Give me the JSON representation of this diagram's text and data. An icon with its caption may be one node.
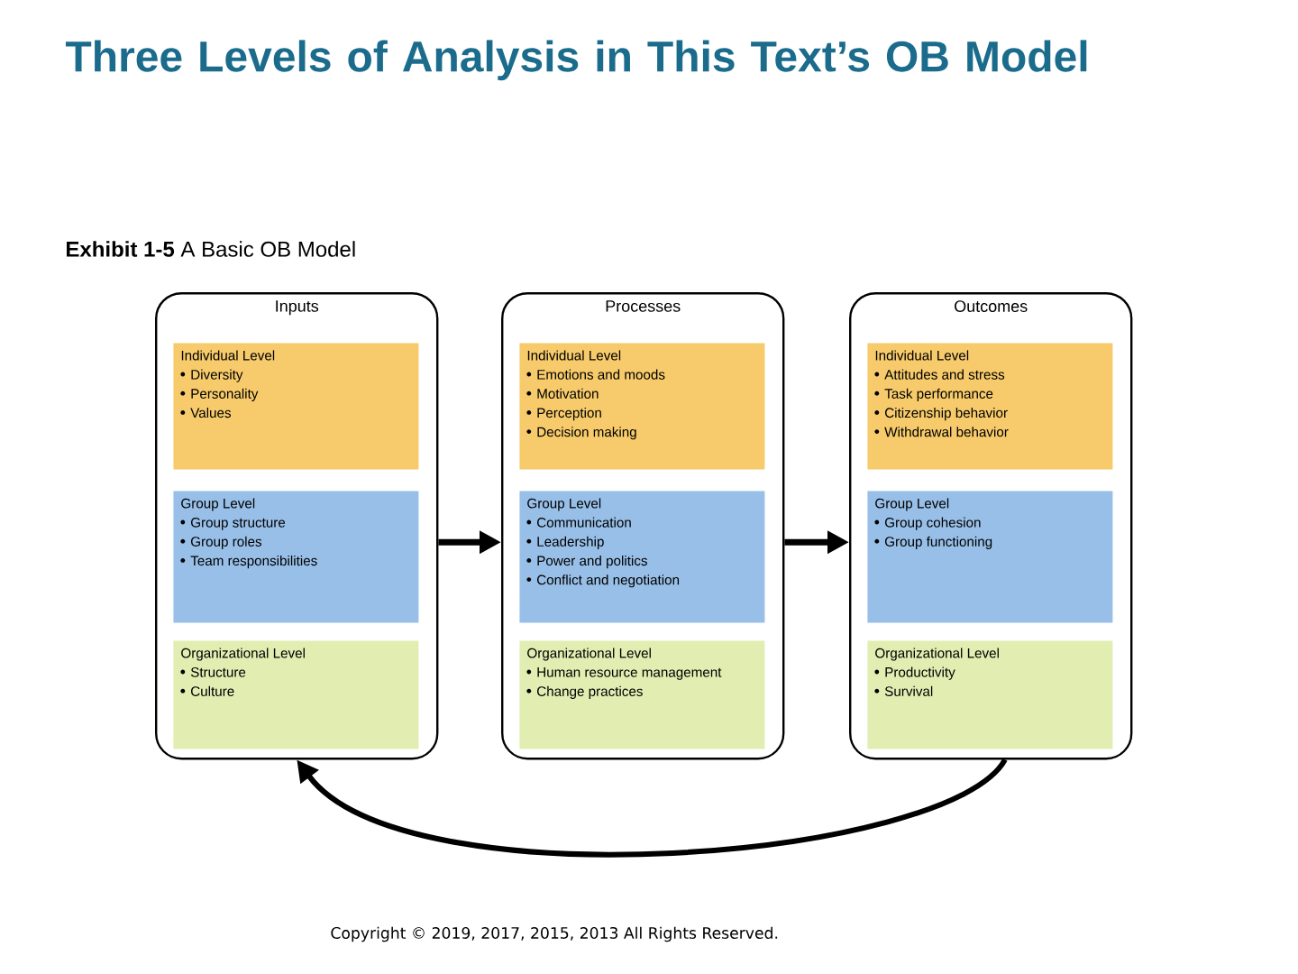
{
  "diagram": {
    "title": "Three Levels of Analysis in This Text’s OB Model",
    "nodes": [
      {
        "text": [
          "Inputs"
        ]
      },
      {
        "text": [
          "Individual Level",
          "Diversity",
          "Personality",
          "Values"
        ],
        "in": 0
      },
      {
        "text": [
          "Group Level",
          "Group structure",
          "Group roles",
          "Team responsibilities"
        ],
        "in": 0
      },
      {
        "text": [
          "Organizational Level",
          "Structure",
          "Culture"
        ],
        "in": 0
      },
      {
        "text": [
          "Processes"
        ]
      },
      {
        "text": [
          "Individual Level",
          "Emotions and moods",
          "Motivation",
          "Perception",
          "Decision making"
        ],
        "in": 4
      },
      {
        "text": [
          "Group Level",
          "Communication",
          "Leadership",
          "Power and politics",
          "Conflict and negotiation"
        ],
        "in": 4
      },
      {
        "text": [
          "Organizational Level",
          "Human resource management",
          "Change practices"
        ],
        "in": 4
      },
      {
        "text": [
          "Outcomes"
        ]
      },
      {
        "text": [
          "Individual Level",
          "Attitudes and stress",
          "Task performance",
          "Citizenship behavior",
          "Withdrawal behavior"
        ],
        "in": 8
      },
      {
        "text": [
          "Group Level",
          "Group cohesion",
          "Group functioning"
        ],
        "in": 8
      },
      {
        "text": [
          "Organizational Level",
          "Productivity",
          "Survival"
        ],
        "in": 8
      }
    ],
    "edges": [
      {
        "from": 0,
        "to": 4,
        "arrow": "to"
      },
      {
        "from": 4,
        "to": 8,
        "arrow": "to"
      },
      {
        "from": 8,
        "to": 0,
        "arrow": "to"
      }
    ],
    "labels": [
      "**Exhibit 1-5** A Basic OB Model",
      "Copyright © 2019, 2017, 2015, 2013 All Rights Reserved."
    ]
  }
}
